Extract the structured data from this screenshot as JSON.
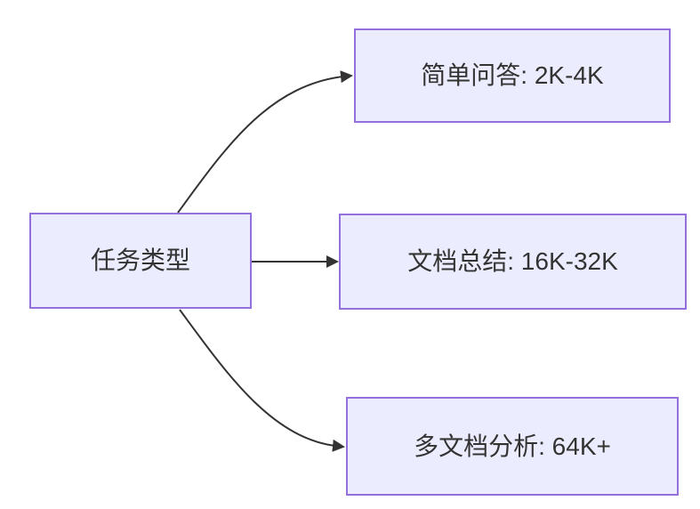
{
  "diagram": {
    "root": {
      "label": "任务类型"
    },
    "branches": [
      {
        "label": "简单问答: 2K-4K"
      },
      {
        "label": "文档总结: 16K-32K"
      },
      {
        "label": "多文档分析: 64K+"
      }
    ],
    "colors": {
      "node_fill": "#ECECFF",
      "node_border": "#9370DB",
      "edge": "#333333",
      "text": "#333333",
      "background": "#FFFFFF"
    }
  }
}
